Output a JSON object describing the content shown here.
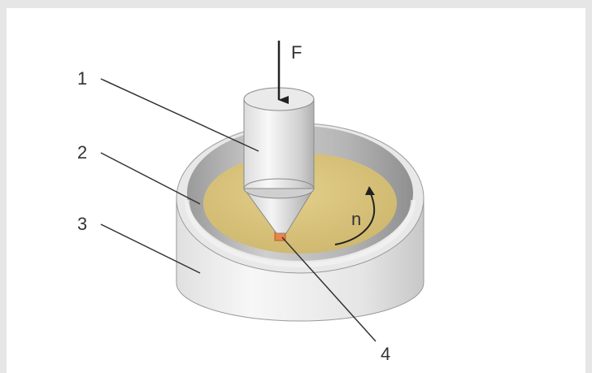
{
  "diagram": {
    "force_label": "F",
    "rotation_label": "n",
    "callouts": [
      "1",
      "2",
      "3",
      "4"
    ]
  },
  "colors": {
    "background": "#e6e6e6",
    "panel": "#ffffff",
    "metal_light": "#f2f2f2",
    "metal_mid": "#d6d6d6",
    "metal_dark": "#a8a8a8",
    "slurry": "#d8c47e",
    "sample": "#e8834a",
    "line": "#333333"
  }
}
